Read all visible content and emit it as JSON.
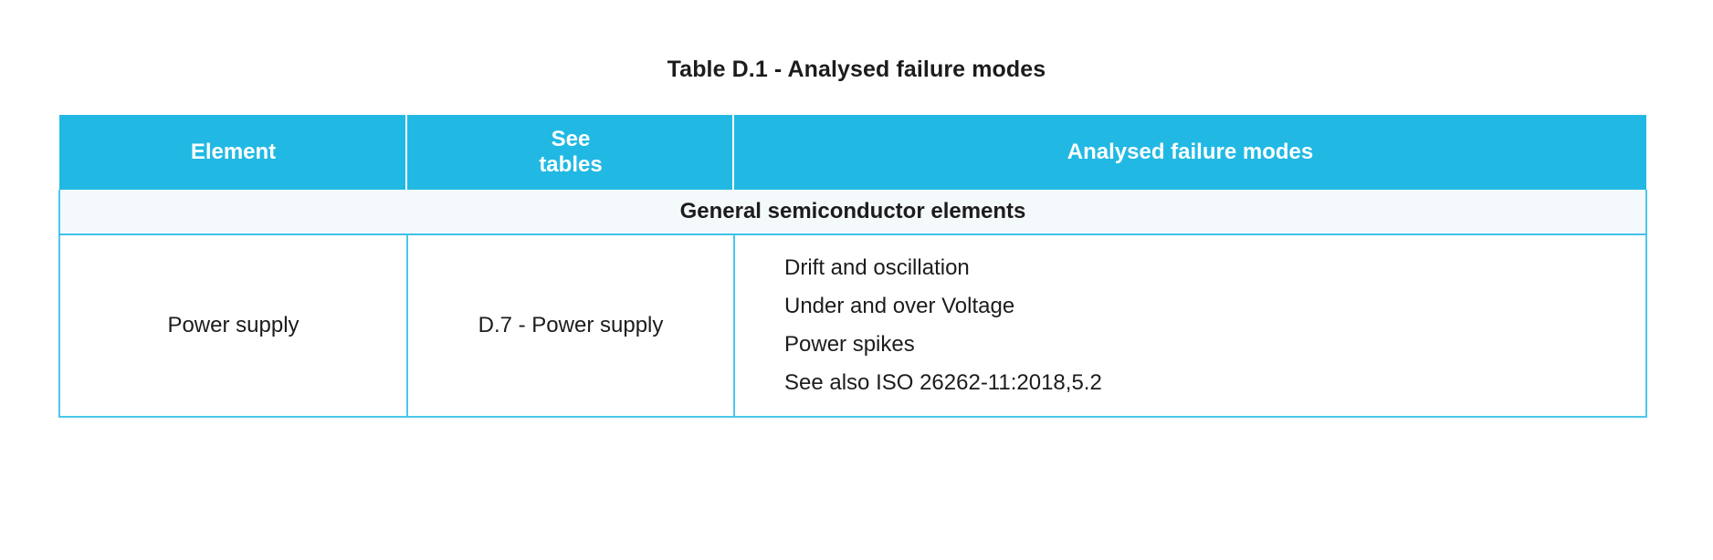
{
  "document": {
    "title": "Table D.1 - Analysed failure modes"
  },
  "colors": {
    "header_background": "#21b9e3",
    "header_text": "#ffffff",
    "section_background": "#f4f9fc",
    "border": "#4cc7ea",
    "body_text": "#1c1c1c",
    "page_background": "#ffffff"
  },
  "table": {
    "columns": [
      {
        "label": "Element",
        "label_lines": [
          "Element"
        ]
      },
      {
        "label": "See tables",
        "label_lines": [
          "See",
          "tables"
        ]
      },
      {
        "label": "Analysed failure modes",
        "label_lines": [
          "Analysed failure modes"
        ]
      }
    ],
    "sections": [
      {
        "heading": "General semiconductor elements",
        "rows": [
          {
            "element": "Power supply",
            "see_tables": "D.7 - Power supply",
            "failure_modes": [
              "Drift and oscillation",
              "Under and over Voltage",
              "Power spikes",
              "See also ISO 26262-11:2018,5.2"
            ]
          }
        ]
      }
    ]
  }
}
